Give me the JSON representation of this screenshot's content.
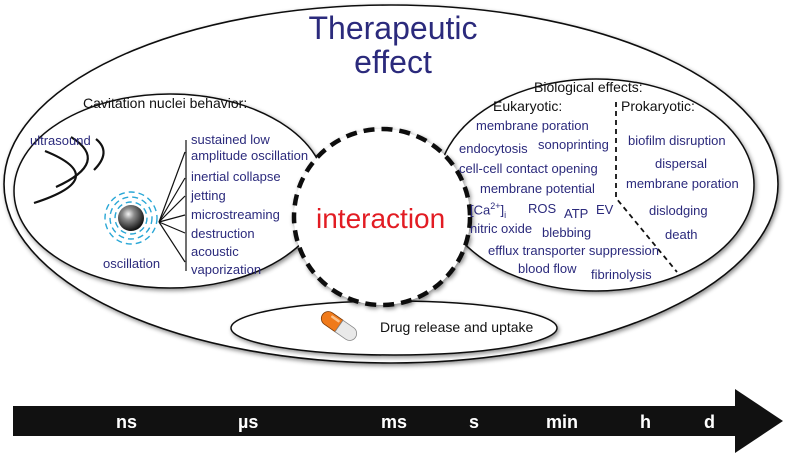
{
  "title": {
    "line1": "Therapeutic",
    "line2": "effect"
  },
  "cavitation": {
    "heading": "Cavitation nuclei behavior:",
    "ultrasound_label": "ultrasound",
    "oscillation_label": "oscillation",
    "behaviors": [
      "sustained low",
      "amplitude oscillation",
      "inertial collapse",
      "jetting",
      "microstreaming",
      "destruction",
      "acoustic",
      "vaporization"
    ]
  },
  "interaction": "interaction",
  "biological": {
    "heading": "Biological effects:",
    "eukaryotic_heading": "Eukaryotic:",
    "prokaryotic_heading": "Prokaryotic:",
    "eukaryotic": {
      "membrane_poration": "membrane poration",
      "endocytosis": "endocytosis",
      "sonoprinting": "sonoprinting",
      "cell_contact": "cell-cell contact opening",
      "membrane_potential": "membrane potential",
      "calcium": {
        "prefix": "[Ca",
        "sup": "2+",
        "suffix": "]",
        "sub": "i"
      },
      "ros": "ROS",
      "atp": "ATP",
      "ev": "EV",
      "nitric_oxide": "nitric oxide",
      "blebbing": "blebbing",
      "efflux": "efflux transporter suppression",
      "blood_flow": "blood flow",
      "fibrinolysis": "fibrinolysis"
    },
    "prokaryotic": [
      "biofilm disruption",
      "dispersal",
      "membrane poration",
      "dislodging",
      "death"
    ]
  },
  "drug": {
    "label": "Drug release and uptake",
    "icon": "capsule-icon"
  },
  "timescale": [
    "ns",
    "µs",
    "ms",
    "s",
    "min",
    "h",
    "d"
  ],
  "colors": {
    "navy_text": "#2b2a7c",
    "interaction_red": "#e21c23",
    "bubble_halo": "#2aa7d6",
    "capsule_orange": "#f07a1a",
    "arrow": "#111111"
  }
}
